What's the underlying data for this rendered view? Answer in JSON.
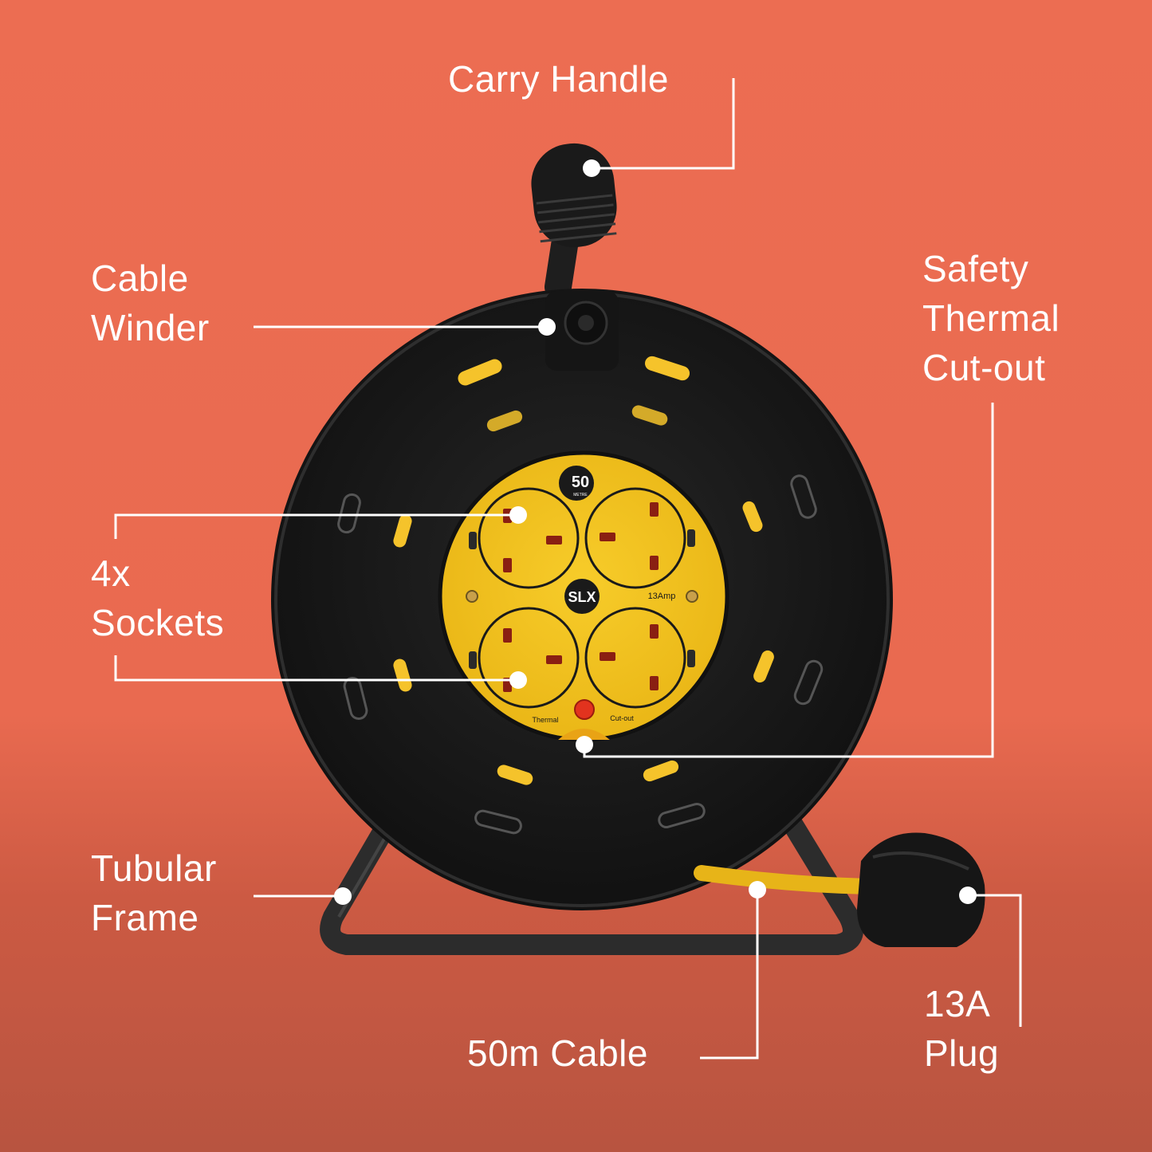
{
  "callouts": {
    "carry_handle": {
      "label": "Carry Handle"
    },
    "cable_winder": {
      "lines": [
        "Cable",
        "Winder"
      ]
    },
    "safety_cutout": {
      "lines": [
        "Safety",
        "Thermal",
        "Cut-out"
      ]
    },
    "sockets": {
      "lines": [
        "4x",
        "Sockets"
      ]
    },
    "tubular_frame": {
      "lines": [
        "Tubular",
        "Frame"
      ]
    },
    "cable": {
      "label": "50m Cable"
    },
    "plug": {
      "lines": [
        "13A",
        "Plug"
      ]
    }
  },
  "product": {
    "badge_number": "50",
    "badge_unit": "METRE",
    "brand": "SLX",
    "rating": "13Amp",
    "thermal_label_left": "Thermal",
    "thermal_label_right": "Cut-out"
  },
  "colors": {
    "background": "#ec6d52",
    "reel_body": "#1b1b1b",
    "socket_face": "#f2c21f",
    "callout_line": "#ffffff",
    "cutout_button": "#e2331e"
  }
}
